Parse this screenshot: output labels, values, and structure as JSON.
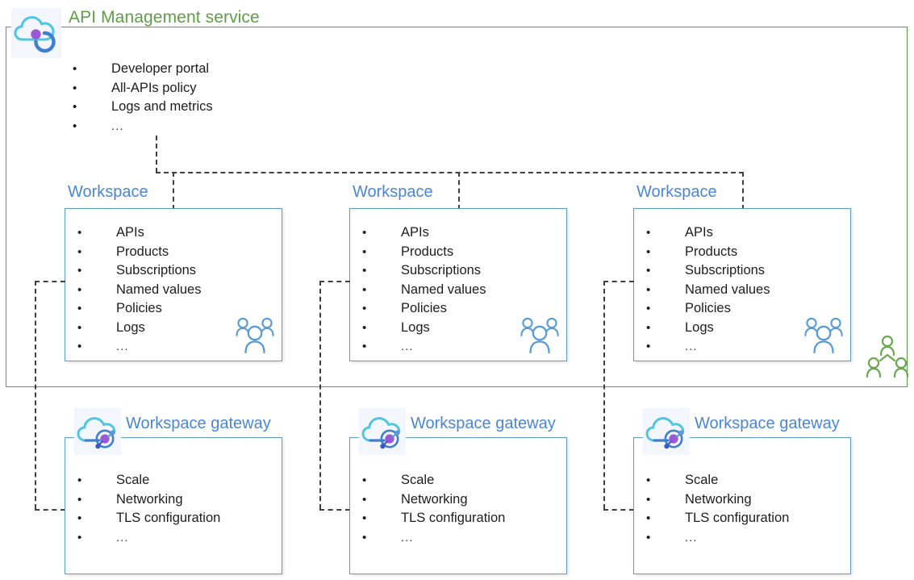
{
  "diagram": {
    "title": "API Management service",
    "colors": {
      "service_green": "#5f9e46",
      "workspace_blue": "#4a86d8",
      "box_border_blue": "#5b9bd5",
      "connector": "#3f3f3f",
      "icon_tile_bg": "#f3f6fc"
    },
    "service": {
      "title": "API Management service",
      "icon": "api-management-cloud-icon",
      "bullets": [
        "Developer portal",
        "All-APIs policy",
        "Logs and metrics",
        "..."
      ]
    },
    "workspaces": [
      {
        "title": "Workspace",
        "bullets": [
          "APIs",
          "Products",
          "Subscriptions",
          "Named values",
          "Policies",
          "Logs",
          "..."
        ],
        "people_icon": "workspace-team-icon"
      },
      {
        "title": "Workspace",
        "bullets": [
          "APIs",
          "Products",
          "Subscriptions",
          "Named values",
          "Policies",
          "Logs",
          "..."
        ],
        "people_icon": "workspace-team-icon"
      },
      {
        "title": "Workspace",
        "bullets": [
          "APIs",
          "Products",
          "Subscriptions",
          "Named values",
          "Policies",
          "Logs",
          "..."
        ],
        "people_icon": "workspace-team-icon"
      }
    ],
    "gateways": [
      {
        "title": "Workspace gateway",
        "icon": "workspace-gateway-cloud-icon",
        "bullets": [
          "Scale",
          "Networking",
          "TLS configuration",
          "..."
        ]
      },
      {
        "title": "Workspace gateway",
        "icon": "workspace-gateway-cloud-icon",
        "bullets": [
          "Scale",
          "Networking",
          "TLS configuration",
          "..."
        ]
      },
      {
        "title": "Workspace gateway",
        "icon": "workspace-gateway-cloud-icon",
        "bullets": [
          "Scale",
          "Networking",
          "TLS configuration",
          "..."
        ]
      }
    ],
    "service_people_icon": "service-admin-team-icon"
  }
}
